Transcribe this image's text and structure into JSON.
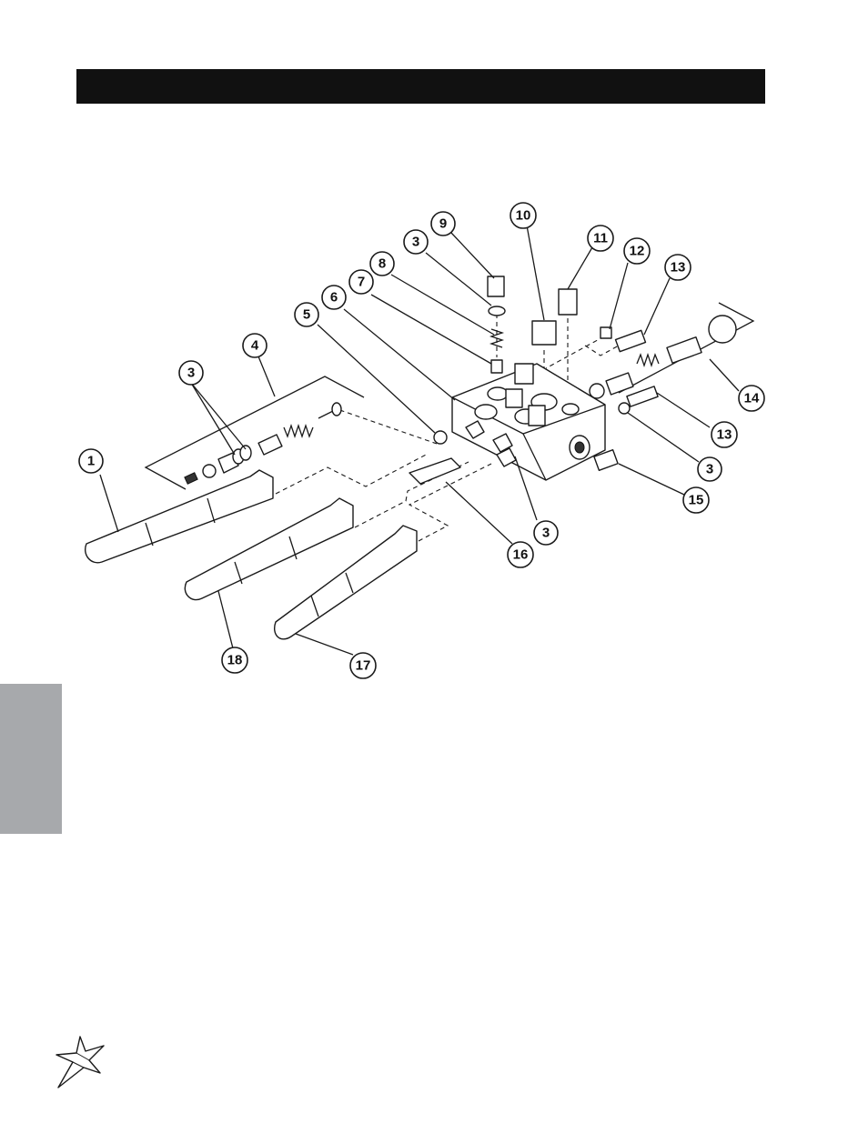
{
  "header": {
    "title": ""
  },
  "diagram": {
    "callouts": [
      {
        "id": "c1",
        "label": "1"
      },
      {
        "id": "c3a",
        "label": "3"
      },
      {
        "id": "c4",
        "label": "4"
      },
      {
        "id": "c5",
        "label": "5"
      },
      {
        "id": "c6",
        "label": "6"
      },
      {
        "id": "c7",
        "label": "7"
      },
      {
        "id": "c8",
        "label": "8"
      },
      {
        "id": "c3b",
        "label": "3"
      },
      {
        "id": "c9",
        "label": "9"
      },
      {
        "id": "c10",
        "label": "10"
      },
      {
        "id": "c11",
        "label": "11"
      },
      {
        "id": "c12",
        "label": "12"
      },
      {
        "id": "c13a",
        "label": "13"
      },
      {
        "id": "c14",
        "label": "14"
      },
      {
        "id": "c13b",
        "label": "13"
      },
      {
        "id": "c3c",
        "label": "3"
      },
      {
        "id": "c15",
        "label": "15"
      },
      {
        "id": "c3d",
        "label": "3"
      },
      {
        "id": "c16",
        "label": "16"
      },
      {
        "id": "c18",
        "label": "18"
      },
      {
        "id": "c17",
        "label": "17"
      }
    ]
  },
  "colors": {
    "header_bar": "#111111",
    "side_tab": "#a7a9ac"
  },
  "logo": {
    "icon": "star-burst-logo-icon"
  }
}
